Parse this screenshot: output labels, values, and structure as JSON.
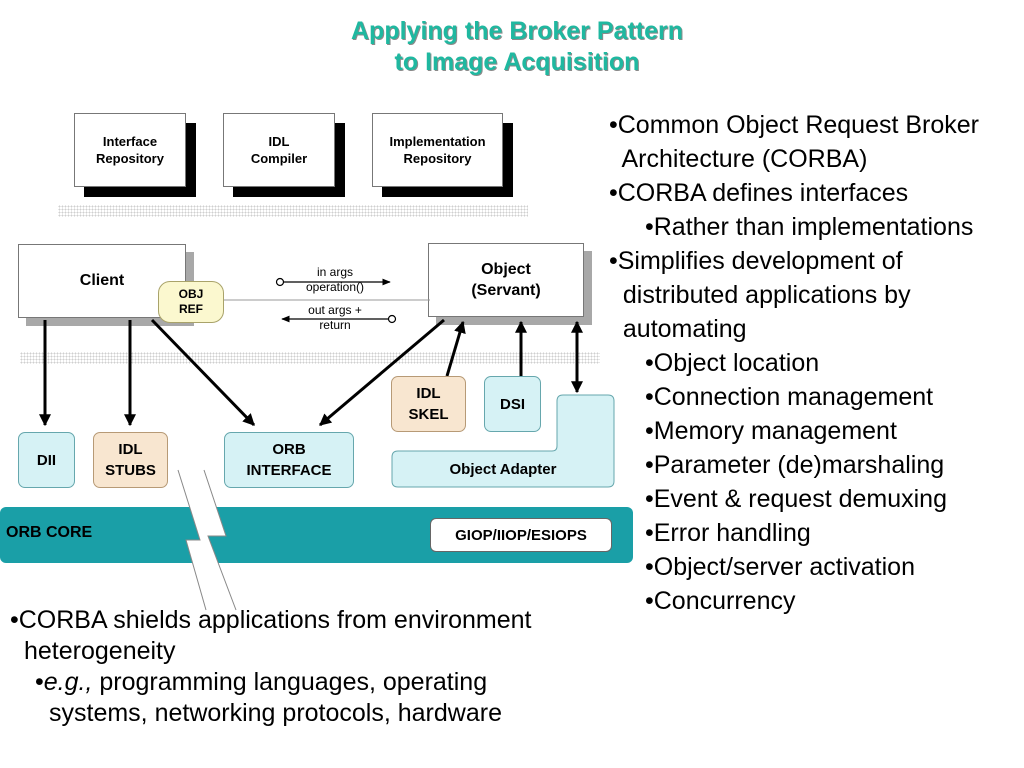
{
  "title": {
    "line1": "Applying the Broker Pattern",
    "line2": "to Image Acquisition"
  },
  "diagram": {
    "interface_repository": [
      "Interface",
      "Repository"
    ],
    "idl_compiler": [
      "IDL",
      "Compiler"
    ],
    "implementation_repository": [
      "Implementation",
      "Repository"
    ],
    "client": "Client",
    "obj_ref": [
      "OBJ",
      "REF"
    ],
    "object_servant": [
      "Object",
      "(Servant)"
    ],
    "request_top": [
      "in args",
      "operation()"
    ],
    "request_bottom": [
      "out args +",
      "return"
    ],
    "dii": "DII",
    "idl_stubs": [
      "IDL",
      "STUBS"
    ],
    "orb_interface": [
      "ORB",
      "INTERFACE"
    ],
    "idl_skel": [
      "IDL",
      "SKEL"
    ],
    "dsi": "DSI",
    "object_adapter": "Object Adapter",
    "orb_core": "ORB CORE",
    "giop": "GIOP/IIOP/ESIOPS"
  },
  "right_bullets": [
    {
      "level": 1,
      "text": "•Common Object Request Broker"
    },
    {
      "level": 1,
      "text": "  Architecture (CORBA)"
    },
    {
      "level": 1,
      "text": "•CORBA defines interfaces"
    },
    {
      "level": 2,
      "text": "•Rather than implementations"
    },
    {
      "level": 1,
      "text": "•Simplifies development of"
    },
    {
      "level": 1,
      "text": "  distributed applications by"
    },
    {
      "level": 1,
      "text": "  automating"
    },
    {
      "level": 2,
      "text": "•Object location"
    },
    {
      "level": 2,
      "text": "•Connection management"
    },
    {
      "level": 2,
      "text": "•Memory management"
    },
    {
      "level": 2,
      "text": "•Parameter (de)marshaling"
    },
    {
      "level": 2,
      "text": "•Event & request demuxing"
    },
    {
      "level": 2,
      "text": "•Error handling"
    },
    {
      "level": 2,
      "text": "•Object/server activation"
    },
    {
      "level": 2,
      "text": "•Concurrency"
    }
  ],
  "bottom_bullets": {
    "b1_line1": "•CORBA shields applications from environment",
    "b1_line2": "heterogeneity",
    "b2_prefix": "•",
    "b2_em": "e.g.,",
    "b2_rest": " programming languages, operating",
    "b2_line2": "systems, networking protocols, hardware"
  },
  "colors": {
    "title": "#1fb8a0",
    "orb_core": "#1a9fa7",
    "cyan_box": "#d6f2f5",
    "tan_box": "#f8e6d0",
    "obj_ref": "#fbf8cf"
  }
}
